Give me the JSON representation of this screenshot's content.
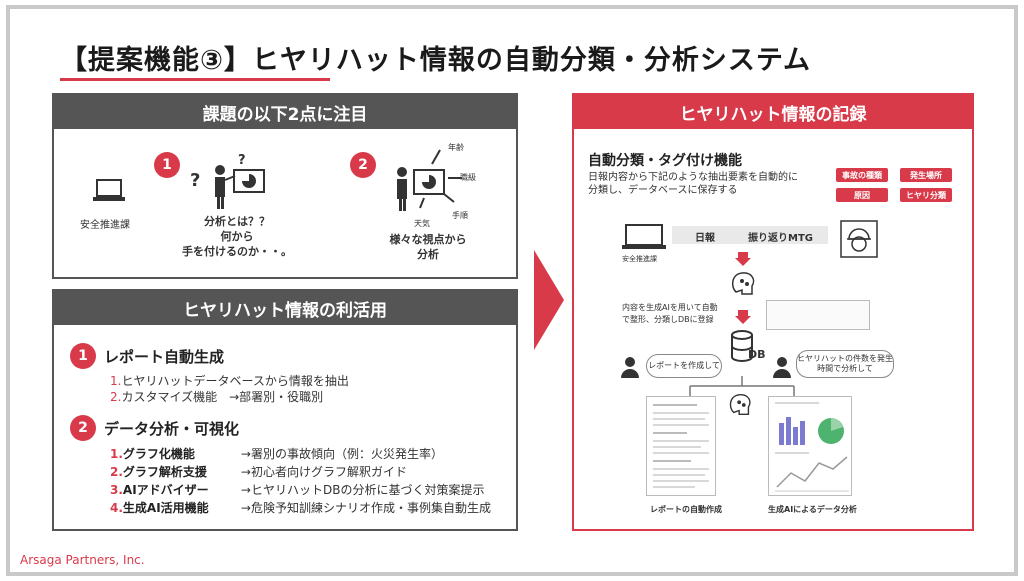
{
  "title": "【提案機能③】ヒヤリハット情報の自動分類・分析システム",
  "issues": {
    "header": "課題の以下2点に注目",
    "dept": "安全推進課",
    "b1": "1",
    "t1a": "分析とは？？",
    "t1b": "何から",
    "t1c": "手を付けるのか・・。",
    "b2": "2",
    "v_age": "年齢",
    "v_role": "職級",
    "v_method": "手順",
    "v_weather": "天気",
    "t2a": "様々な視点から",
    "t2b": "分析"
  },
  "usage": {
    "header": "ヒヤリハット情報の利活用",
    "b1": "1",
    "s1": "レポート自動生成",
    "i1n": "1.",
    "i1": "ヒヤリハットデータベースから情報を抽出",
    "i2n": "2.",
    "i2": "カスタマイズ機能　→部署別・役職別",
    "b2": "2",
    "s2": "データ分析・可視化",
    "f1n": "1.",
    "f1": "グラフ化機能",
    "f1d": "→署別の事故傾向（例：火災発生率）",
    "f2n": "2.",
    "f2": "グラフ解析支援",
    "f2d": "→初心者向けグラフ解釈ガイド",
    "f3n": "3.",
    "f3": "AIアドバイザー",
    "f3d": "→ヒヤリハットDBの分析に基づく対策案提示",
    "f4n": "4.",
    "f4": "生成AI活用機能",
    "f4d": "→危険予知訓練シナリオ作成・事例集自動生成"
  },
  "record": {
    "header": "ヒヤリハット情報の記録",
    "sub": "自動分類・タグ付け機能",
    "d1": "日報内容から下記のような抽出要素を自動的に",
    "d2": "分類し、データベースに保存する",
    "tag1": "事故の種類",
    "tag2": "発生場所",
    "tag3": "原因",
    "tag4": "ヒヤリ分類",
    "dept": "安全推進課",
    "r1": "日報",
    "r2": "振り返りMTG",
    "ai1": "内容を生成AIを用いて自動",
    "ai2": "で整形、分類しDBに登録",
    "db": "DB",
    "c1": "レポートを作成して",
    "c2a": "ヒヤリハットの件数を発生",
    "c2b": "時間で分析して",
    "l1": "レポートの自動作成",
    "l2": "生成AIによるデータ分析"
  },
  "footer": "Arsaga Partners, Inc."
}
